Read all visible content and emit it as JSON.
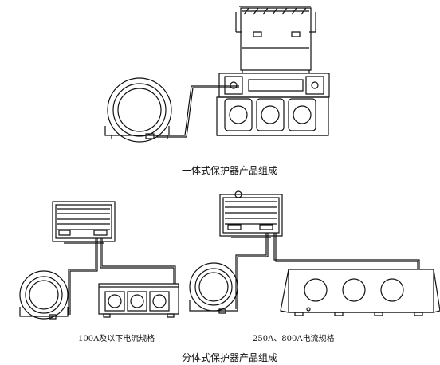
{
  "captions": {
    "integrated": "一体式保护器产品组成",
    "small_spec": "100A及以下电流规格",
    "large_spec": "250A、800A电流规格",
    "split": "分体式保护器产品组成"
  },
  "colors": {
    "line": "#111111",
    "fill": "#ffffff",
    "gray": "#bbbbbb"
  }
}
